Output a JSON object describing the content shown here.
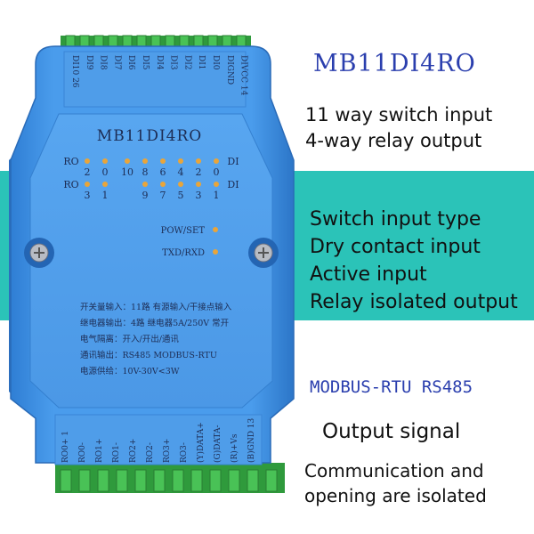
{
  "product": {
    "title": "MB11DI4RO",
    "features": [
      "11 way switch input",
      "4-way relay output"
    ]
  },
  "band": {
    "color": "#2bc3b8",
    "lines": [
      "Switch input type",
      "Dry contact input",
      "Active input",
      "Relay isolated output"
    ]
  },
  "protocol": "MODBUS-RTU RS485",
  "output_signal": "Output signal",
  "communication": [
    "Communication and",
    "opening are isolated"
  ],
  "device": {
    "label": "MB11DI4RO",
    "top_terminals": [
      "DI10 26",
      "DI9",
      "DI8",
      "DI7",
      "DI6",
      "DI5",
      "DI4",
      "DI3",
      "DI2",
      "DI1",
      "DI0",
      "DIGND",
      "DIVCC 14"
    ],
    "led_row1": [
      "RO",
      "2",
      "0",
      "10",
      "8",
      "6",
      "4",
      "2",
      "0",
      "DI"
    ],
    "led_row2": [
      "RO",
      "3",
      "1",
      "9",
      "7",
      "5",
      "3",
      "1",
      "DI"
    ],
    "pow_set": "POW/SET",
    "txd_rxd": "TXD/RXD",
    "spec_lines": [
      "开关量输入：11路 有源输入/干接点输入",
      "继电器输出：4路 继电器5A/250V 常开",
      "电气隔离：开入/开出/通讯",
      "通讯输出：RS485 MODBUS-RTU",
      "电源供给：10V-30V<3W"
    ],
    "bottom_terminals": [
      "RO0+ 1",
      "RO0-",
      "RO1+",
      "RO1-",
      "RO2+",
      "RO2-",
      "RO3+",
      "RO3-",
      "(Y)DATA+",
      "(G)DATA-",
      "(R)+Vs",
      "(B)GND 13"
    ],
    "body_color": "#3f8fe0",
    "terminal_color": "#3aa845"
  }
}
